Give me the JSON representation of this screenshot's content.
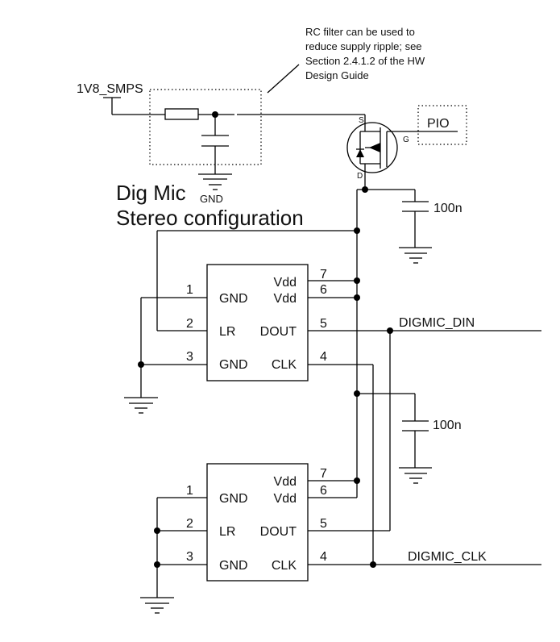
{
  "title": {
    "line1": "Dig Mic",
    "line2": "Stereo configuration"
  },
  "annotation": {
    "lines": [
      "RC filter can be used to",
      "reduce supply ripple; see",
      "Section 2.4.1.2 of the HW",
      "Design Guide"
    ]
  },
  "nets": {
    "supply": "1V8_SMPS",
    "gate_control": "PIO",
    "data": "DIGMIC_DIN",
    "clock": "DIGMIC_CLK",
    "ground": "GND"
  },
  "transistor": {
    "source": "S",
    "gate": "G",
    "drain": "D"
  },
  "capacitors": [
    {
      "value": "100n"
    },
    {
      "value": "100n"
    }
  ],
  "mics": [
    {
      "pins_left": [
        {
          "num": "1",
          "name": "GND"
        },
        {
          "num": "2",
          "name": "LR"
        },
        {
          "num": "3",
          "name": "GND"
        }
      ],
      "pins_right": [
        {
          "num": "7",
          "name": "Vdd"
        },
        {
          "num": "6",
          "name": "Vdd"
        },
        {
          "num": "5",
          "name": "DOUT"
        },
        {
          "num": "4",
          "name": "CLK"
        }
      ]
    },
    {
      "pins_left": [
        {
          "num": "1",
          "name": "GND"
        },
        {
          "num": "2",
          "name": "LR"
        },
        {
          "num": "3",
          "name": "GND"
        }
      ],
      "pins_right": [
        {
          "num": "7",
          "name": "Vdd"
        },
        {
          "num": "6",
          "name": "Vdd"
        },
        {
          "num": "5",
          "name": "DOUT"
        },
        {
          "num": "4",
          "name": "CLK"
        }
      ]
    }
  ]
}
